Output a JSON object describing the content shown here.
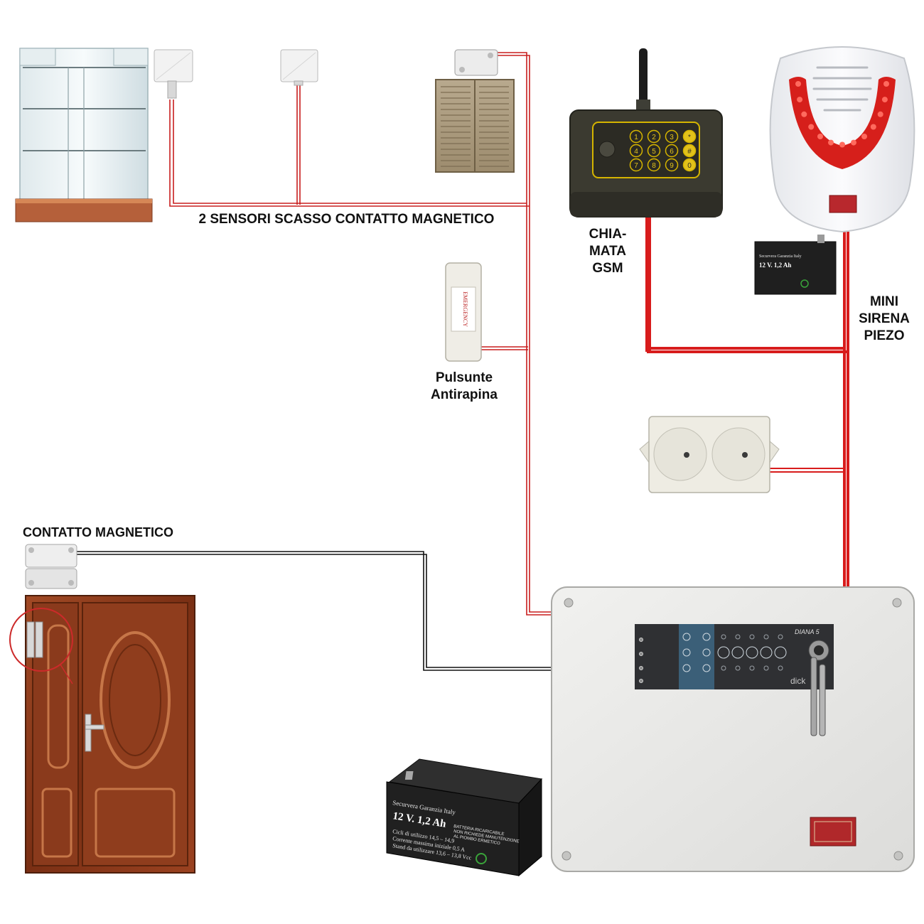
{
  "labels": {
    "sensors_caption": "2 SENSORI SCASSO CONTATTO MAGNETICO",
    "gsm_line1": "CHIA-",
    "gsm_line2": "MATA",
    "gsm_line3": "GSM",
    "siren_line1": "MINI",
    "siren_line2": "SIRENA",
    "siren_line3": "PIEZO",
    "panic_line1": "Pulsunte",
    "panic_line2": "Antirapina",
    "door_contact": "CONTATTO MAGNETICO"
  },
  "devices": {
    "battery_small": {
      "brand": "Securvera Garanzia Italy",
      "rating": "12 V. 1,2 Ah"
    },
    "battery_large": {
      "brand": "Securvera  Garanzia Italy",
      "rating": "12 V. 1,2 Ah",
      "info_line1": "BATTERIA RICARICABILE",
      "info_line2": "NON RICHIEDE MANUTENZIONE",
      "info_line3": "AL PIOMBO ERMETICO",
      "use_line1": "Cicli di utilizzo 14,5 – 14,9",
      "use_line2": "Corrente massima iniziale 0,5 A",
      "use_line3": "Stand da utilizzare 13,6 – 13,8 Vcc"
    },
    "panel": {
      "model": "DIANA 5",
      "brand": "dick"
    },
    "keypad_keys": [
      "1",
      "2",
      "3",
      "*",
      "4",
      "5",
      "6",
      "#",
      "7",
      "8",
      "9",
      "0"
    ]
  },
  "colors": {
    "wire_red": "#d81c1c",
    "wire_black": "#111111",
    "panel_body": "#e9e9e7",
    "panel_strip": "#2f3033",
    "door_wood": "#8a3a1c",
    "siren_light": "#e0201e",
    "gsm_body": "#3a3a32",
    "battery_body": "#1f1f1f"
  }
}
